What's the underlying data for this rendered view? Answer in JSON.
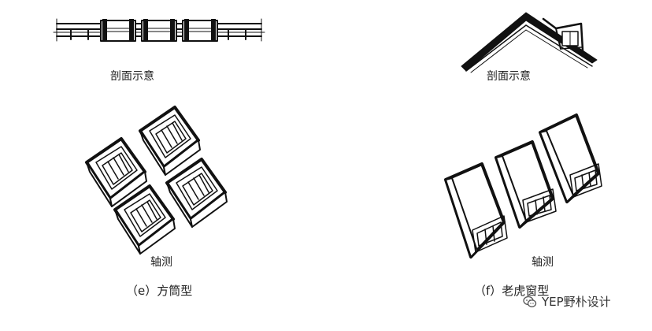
{
  "left_panel": {
    "section_label": "剖面示意",
    "axon_label": "轴测",
    "caption": "（e）方筒型"
  },
  "right_panel": {
    "section_label": "剖面示意",
    "axon_label": "轴测",
    "caption": "（f）老虎窗型"
  },
  "watermark": {
    "text": "YEP野朴设计",
    "icon": "wechat-icon"
  }
}
